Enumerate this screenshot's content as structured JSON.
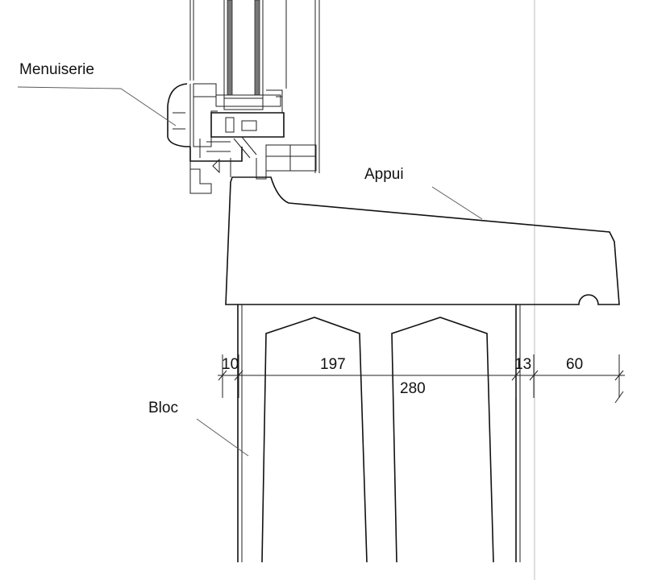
{
  "labels": {
    "menuiserie": "Menuiserie",
    "appui": "Appui",
    "bloc": "Bloc"
  },
  "dimensions": {
    "d10": "10",
    "d197": "197",
    "d13": "13",
    "d60": "60",
    "total": "280"
  },
  "colors": {
    "line": "#111111",
    "background": "#ffffff"
  }
}
